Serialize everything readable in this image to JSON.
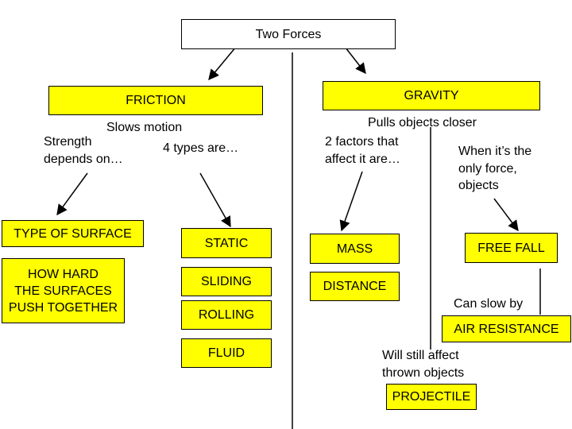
{
  "colors": {
    "box_fill": "#ffff00",
    "line": "#000000",
    "background": "#ffffff"
  },
  "root": {
    "label": "Two Forces"
  },
  "friction": {
    "label": "FRICTION",
    "note_slows": "Slows motion",
    "note_strength": [
      "Strength",
      "depends on…"
    ],
    "note_types": "4 types are…",
    "depends": [
      "TYPE OF SURFACE",
      "HOW HARD\nTHE SURFACES\nPUSH TOGETHER"
    ],
    "types": [
      "STATIC",
      "SLIDING",
      "ROLLING",
      "FLUID"
    ]
  },
  "gravity": {
    "label": "GRAVITY",
    "note_pulls": "Pulls objects closer",
    "note_factors": [
      "2 factors that",
      "affect it are…"
    ],
    "note_only_force": [
      "When it’s the",
      "only force,",
      "objects"
    ],
    "factors": [
      "MASS",
      "DISTANCE"
    ],
    "free_fall": "FREE FALL",
    "note_slow": "Can slow by",
    "air_resistance": "AIR RESISTANCE",
    "note_thrown": [
      "Will still affect",
      "thrown objects"
    ],
    "projectile": "PROJECTILE"
  }
}
